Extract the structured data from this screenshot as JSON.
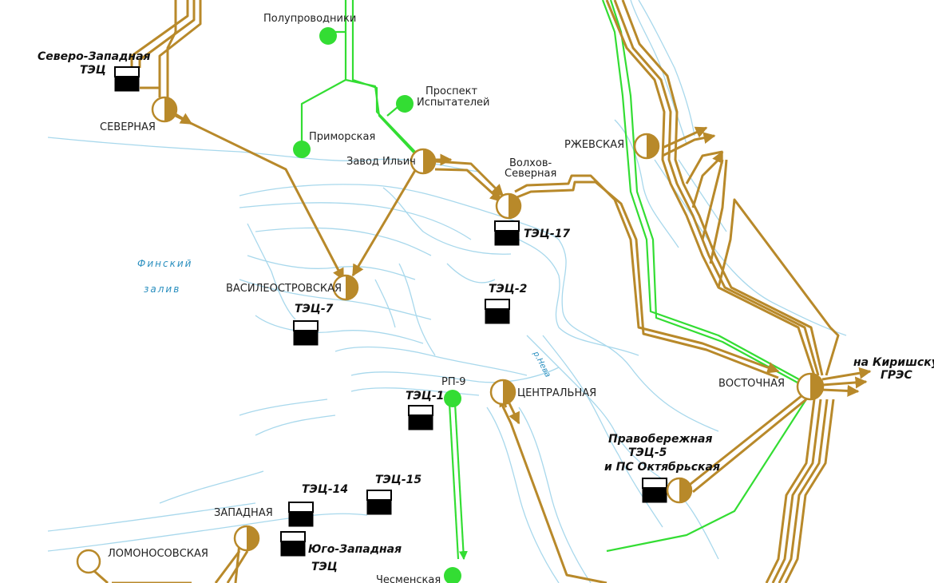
{
  "map": {
    "water_labels": {
      "gulf_line1": "Финский",
      "gulf_line2": "залив",
      "river": "р.Нева"
    },
    "substations_gold": [
      {
        "label": "СЕВЕРНАЯ"
      },
      {
        "label": "Завод Ильич"
      },
      {
        "label": "Волхов-\nСеверная",
        "label_line1": "Волхов-",
        "label_line2": "Северная"
      },
      {
        "label": "РЖЕВСКАЯ"
      },
      {
        "label": "ВАСИЛЕОСТРОВСКАЯ"
      },
      {
        "label": "ЦЕНТРАЛЬНАЯ"
      },
      {
        "label": "ВОСТОЧНАЯ"
      },
      {
        "label": "ЗАПАДНАЯ"
      },
      {
        "label": "ЛОМОНОСОВСКАЯ"
      }
    ],
    "substations_green": [
      {
        "label": "Полупроводники"
      },
      {
        "label_line1": "Проспект",
        "label_line2": "Испытателей"
      },
      {
        "label": "Приморская"
      },
      {
        "label": "РП-9"
      },
      {
        "label": "Чесменская"
      }
    ],
    "power_plants": [
      {
        "label_line1": "Северо-Западная",
        "label_line2": "ТЭЦ"
      },
      {
        "label": "ТЭЦ-17"
      },
      {
        "label": "ТЭЦ-2"
      },
      {
        "label": "ТЭЦ-7"
      },
      {
        "label": "ТЭЦ-1"
      },
      {
        "label": "ТЭЦ-14"
      },
      {
        "label": "ТЭЦ-15"
      },
      {
        "label_line1": "Юго-Западная",
        "label_line2": "ТЭЦ"
      },
      {
        "label_line1": "Правобережная",
        "label_line2": "ТЭЦ-5",
        "label_line3": "и ПС Октябрьская"
      }
    ],
    "external": {
      "label_line1": "на Киришскую",
      "label_line2": "ГРЭС"
    },
    "colors": {
      "line_330kv": "#b8892a",
      "line_220kv": "#33dd33",
      "water": "#a8d8ec",
      "plant": "#000000"
    }
  }
}
